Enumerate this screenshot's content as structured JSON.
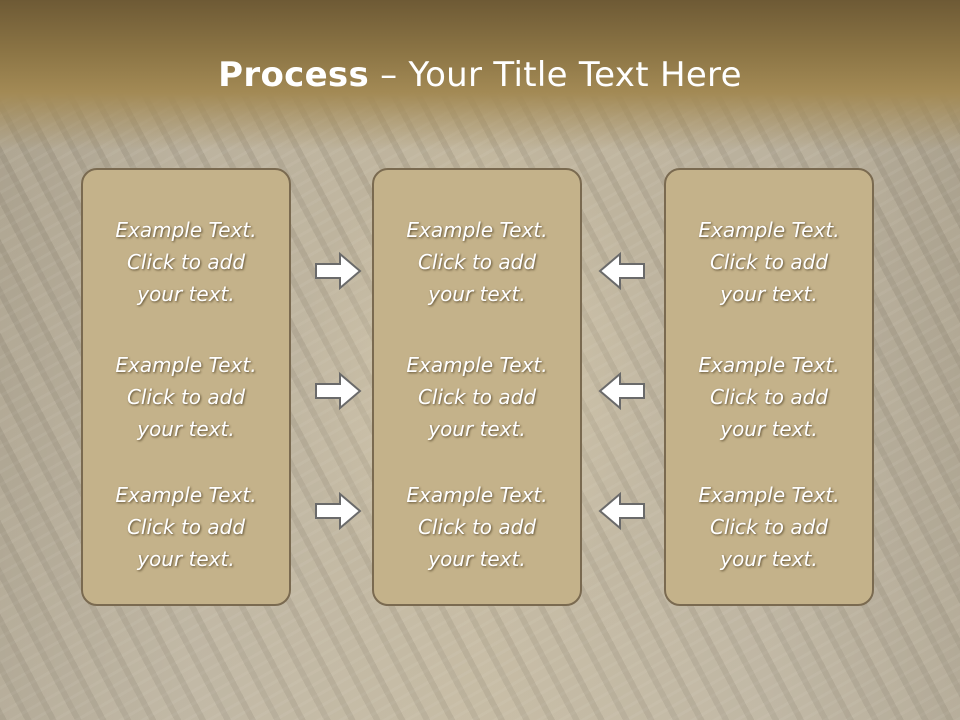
{
  "slide": {
    "title_bold": "Process",
    "title_rest": " – Your Title Text Here"
  },
  "panels": [
    {
      "name": "left",
      "items": [
        {
          "line1": "Example Text.",
          "line2": "Click  to add",
          "line3": "your text."
        },
        {
          "line1": "Example Text.",
          "line2": "Click  to add",
          "line3": "your text."
        },
        {
          "line1": "Example Text.",
          "line2": "Click  to add",
          "line3": "your text."
        }
      ]
    },
    {
      "name": "middle",
      "items": [
        {
          "line1": "Example Text.",
          "line2": "Click  to add",
          "line3": "your text."
        },
        {
          "line1": "Example Text.",
          "line2": "Click  to add",
          "line3": "your text."
        },
        {
          "line1": "Example Text.",
          "line2": "Click  to add",
          "line3": "your text."
        }
      ]
    },
    {
      "name": "right",
      "items": [
        {
          "line1": "Example Text.",
          "line2": "Click  to add",
          "line3": "your text."
        },
        {
          "line1": "Example Text.",
          "line2": "Click  to add",
          "line3": "your text."
        },
        {
          "line1": "Example Text.",
          "line2": "Click  to add",
          "line3": "your text."
        }
      ]
    }
  ],
  "arrows": {
    "left_to_middle": "arrow-right-icon",
    "right_to_middle": "arrow-left-icon"
  },
  "colors": {
    "title_bar": "#8c7545",
    "panel_fill": "#c4b28a",
    "panel_border": "#7a6a50",
    "arrow_fill": "#ffffff",
    "arrow_stroke": "#6a6a6a"
  }
}
